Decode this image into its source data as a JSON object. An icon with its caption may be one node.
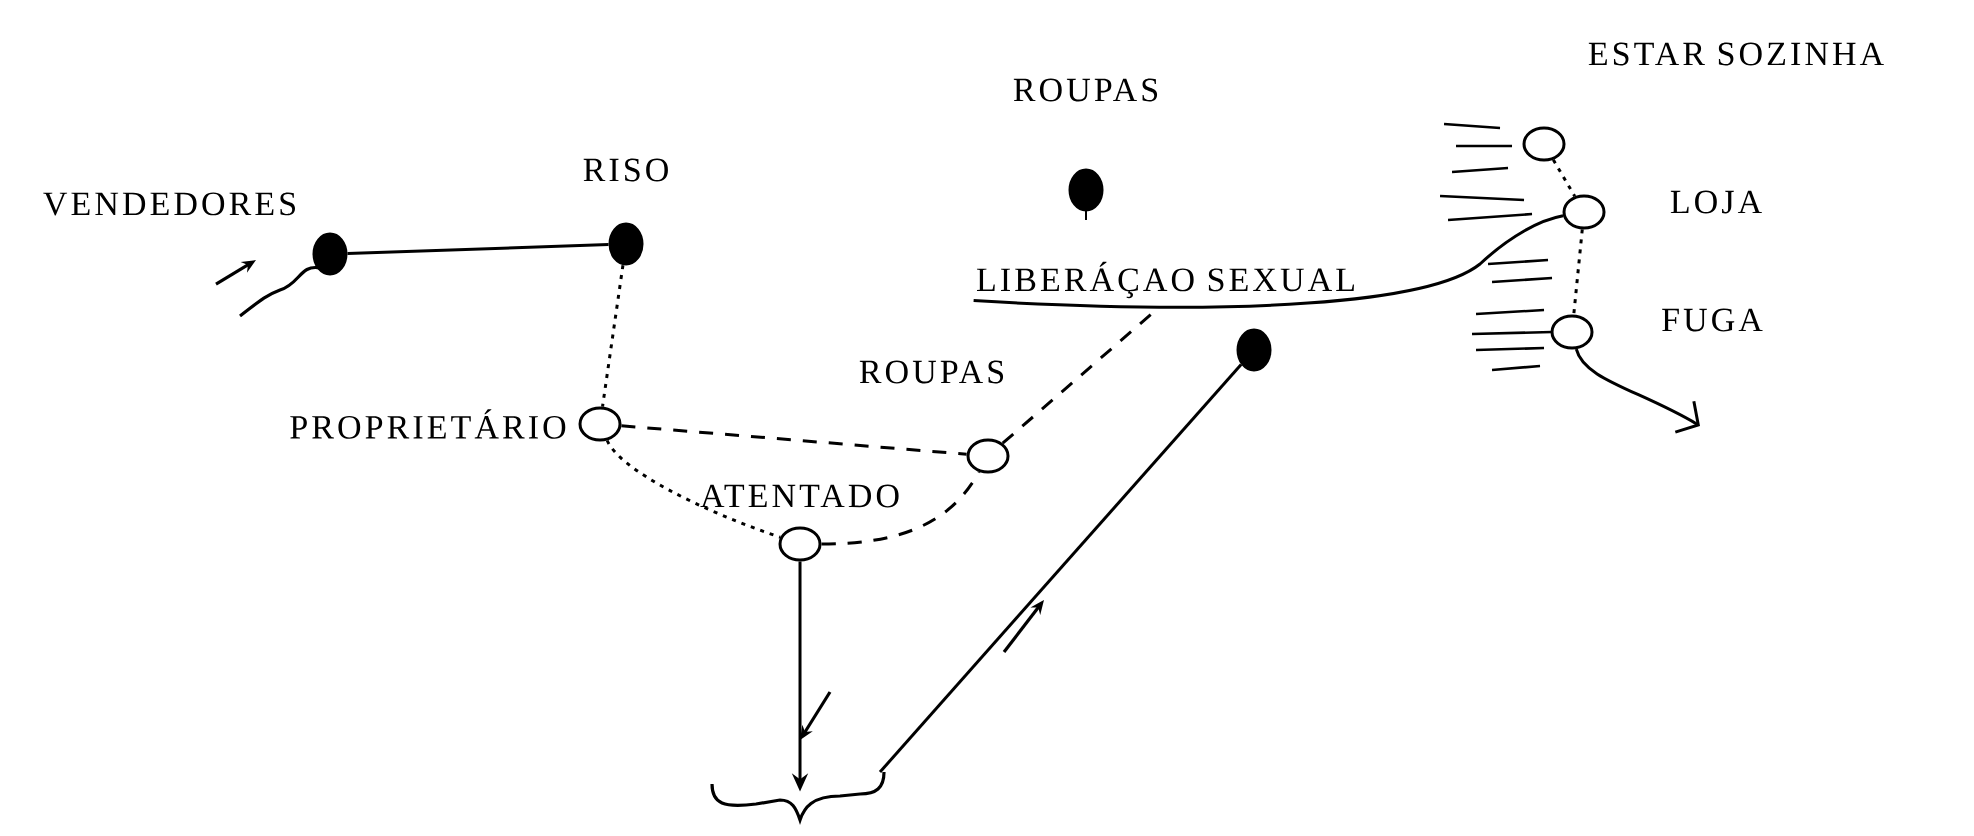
{
  "diagram": {
    "nodes": [
      {
        "text": [
          "VENDEDORES"
        ]
      },
      {
        "text": [
          "RISO"
        ]
      },
      {
        "text": [
          "ROUPAS"
        ]
      },
      {
        "text": [
          "ESTAR SOZINHA"
        ]
      },
      {
        "text": [
          "LOJA"
        ]
      },
      {
        "text": [
          "PROPRIETÁRIO"
        ]
      },
      {
        "text": [
          "ROUPAS"
        ]
      },
      {
        "text": [
          "LIBERÁÇAO SEXUAL"
        ]
      },
      {
        "text": [
          "FUGA"
        ]
      },
      {
        "text": [
          "ATENTADO"
        ]
      },
      {
        "text": [],
        "shape": "circle"
      },
      {
        "text": [],
        "shape": "brace"
      }
    ],
    "edges": [
      {
        "from": 0,
        "to": 1,
        "arrow": "none"
      },
      {
        "from": 1,
        "to": 5,
        "arrow": "none",
        "style": "dashed"
      },
      {
        "from": 5,
        "to": 6,
        "arrow": "none",
        "style": "dashed"
      },
      {
        "from": 5,
        "to": 9,
        "arrow": "none",
        "style": "dashed"
      },
      {
        "from": 9,
        "to": 6,
        "arrow": "none",
        "style": "dashed"
      },
      {
        "from": 6,
        "to": 7,
        "arrow": "none",
        "style": "dashed"
      },
      {
        "from": 3,
        "to": 4,
        "arrow": "none",
        "style": "dashed"
      },
      {
        "from": 4,
        "to": 8,
        "arrow": "none",
        "style": "dashed"
      },
      {
        "from": 7,
        "to": 4,
        "arrow": "none"
      },
      {
        "from": 8,
        "to": null,
        "arrow": "to"
      },
      {
        "from": 9,
        "to": 11,
        "arrow": "to"
      },
      {
        "from": 10,
        "to": 11,
        "arrow": "none"
      }
    ]
  }
}
